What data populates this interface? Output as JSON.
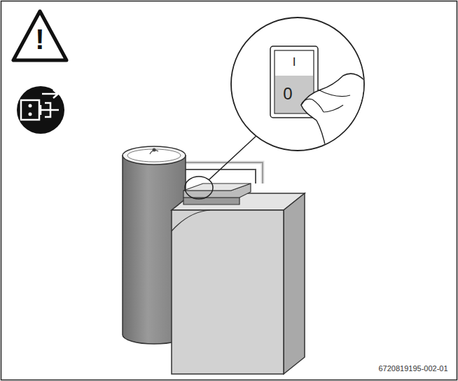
{
  "diagram": {
    "labels": [
      "!",
      "I",
      "0",
      "6720819195-002-01"
    ]
  }
}
